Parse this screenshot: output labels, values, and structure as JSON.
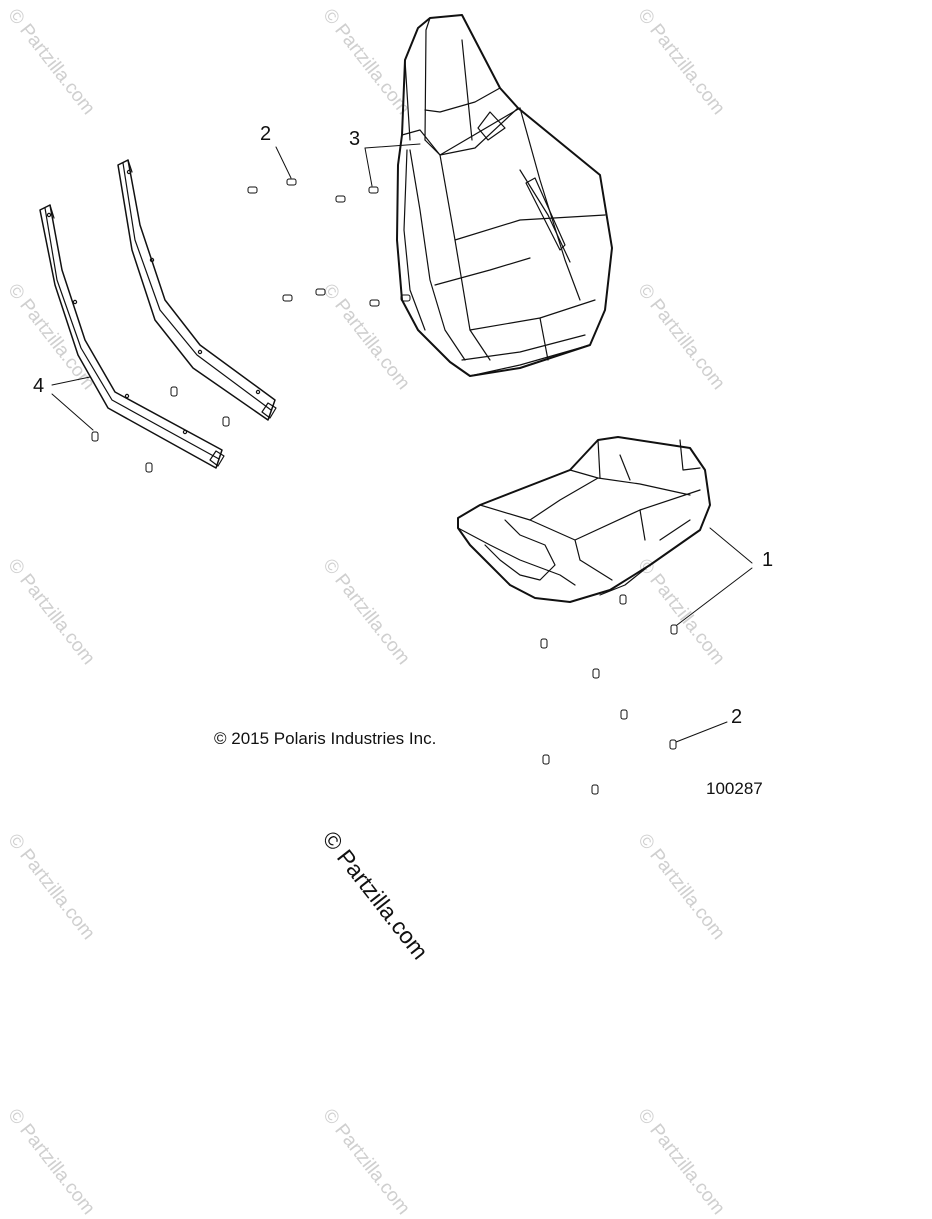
{
  "watermark": {
    "text": "© Partzilla.com"
  },
  "callouts": {
    "c1": "1",
    "c2_top": "2",
    "c2_bottom": "2",
    "c3": "3",
    "c4": "4"
  },
  "copyright": "© 2015 Polaris Industries Inc.",
  "figure_number": "100287",
  "colors": {
    "line": "#111111",
    "watermark": "#cfcfcf"
  }
}
